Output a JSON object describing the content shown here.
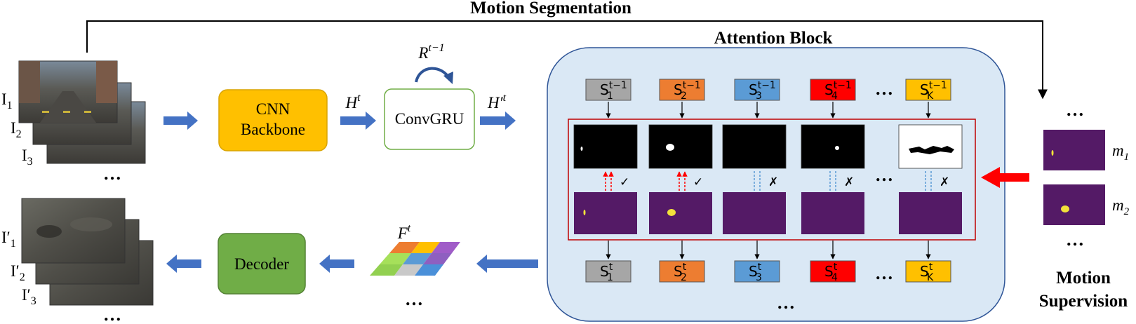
{
  "labels": {
    "motion_segmentation": "Motion Segmentation",
    "attention_block": "Attention Block",
    "motion_supervision_1": "Motion",
    "motion_supervision_2": "Supervision",
    "cnn_line1": "CNN",
    "cnn_line2": "Backbone",
    "convgru": "ConvGRU",
    "decoder": "Decoder",
    "recurrent": "R",
    "recurrent_sup": "t−1",
    "hidden": "H",
    "hidden_sup": "t",
    "hidden_prime": "H′",
    "hidden_prime_sup": "t",
    "feature": "F",
    "feature_sup": "t",
    "ellipsis": "…"
  },
  "inputs": [
    "I",
    "I",
    "I"
  ],
  "input_subs": [
    "1",
    "2",
    "3"
  ],
  "outputs": [
    "I′",
    "I′",
    "I′"
  ],
  "output_subs": [
    "1",
    "2",
    "3"
  ],
  "slots_prev": [
    {
      "letter": "S",
      "sub": "1",
      "sup": "t−1",
      "color": "#a6a6a6"
    },
    {
      "letter": "S",
      "sub": "2",
      "sup": "t−1",
      "color": "#ed7d31"
    },
    {
      "letter": "S",
      "sub": "3",
      "sup": "t−1",
      "color": "#5b9bd5"
    },
    {
      "letter": "S",
      "sub": "4",
      "sup": "t−1",
      "color": "#ff0000"
    },
    {
      "letter": "S",
      "sub": "K",
      "sup": "t−1",
      "color": "#ffc000"
    }
  ],
  "slots_next": [
    {
      "letter": "S",
      "sub": "1",
      "sup": "t",
      "color": "#a6a6a6"
    },
    {
      "letter": "S",
      "sub": "2",
      "sup": "t",
      "color": "#ed7d31"
    },
    {
      "letter": "S",
      "sub": "3",
      "sup": "t",
      "color": "#5b9bd5"
    },
    {
      "letter": "S",
      "sub": "4",
      "sup": "t",
      "color": "#ff0000"
    },
    {
      "letter": "S",
      "sub": "K",
      "sup": "t",
      "color": "#ffc000"
    }
  ],
  "match_marks": [
    "✓",
    "✓",
    "✗",
    "✗",
    "✗"
  ],
  "supervision_masks": [
    {
      "letter": "m",
      "sub": "1"
    },
    {
      "letter": "m",
      "sub": "2"
    }
  ],
  "colors": {
    "arrow_blue": "#4472c4",
    "cnn_fill": "#ffc000",
    "decoder_fill": "#70ad47",
    "convgru_border": "#70ad47",
    "attention_fill": "#dae8f5",
    "attention_border": "#2f5597",
    "inner_border": "#c00000",
    "mask_purple": "#541a66",
    "blob_yellow": "#f2e23a",
    "red_arrow": "#ff0000"
  }
}
